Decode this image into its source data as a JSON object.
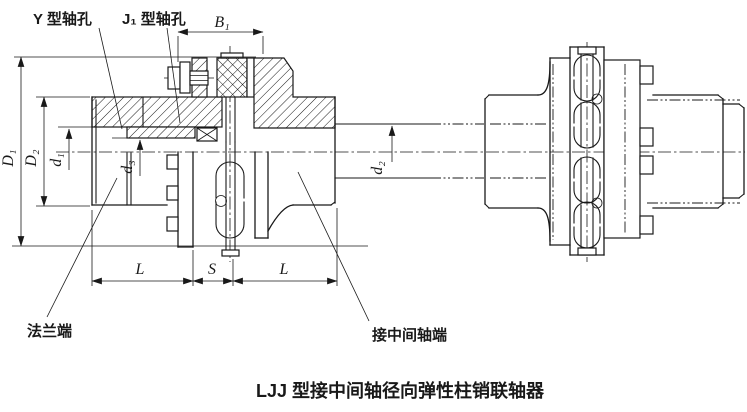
{
  "figure": {
    "caption": "LJJ 型接中间轴径向弹性柱销联轴器",
    "callouts": {
      "y_bore_label": "Y 型轴孔",
      "j1_bore_label": "J₁ 型轴孔",
      "flange_end_label": "法兰端",
      "mid_shaft_end_label": "接中间轴端"
    },
    "dimensions": {
      "B1": "B₁",
      "D1": "D₁",
      "D2": "D₂",
      "d1": "d₁",
      "d2": "d₂",
      "d3": "d₃",
      "L_left": "L",
      "S": "S",
      "L_right": "L"
    },
    "line_color": "#191919",
    "background": "#ffffff"
  }
}
